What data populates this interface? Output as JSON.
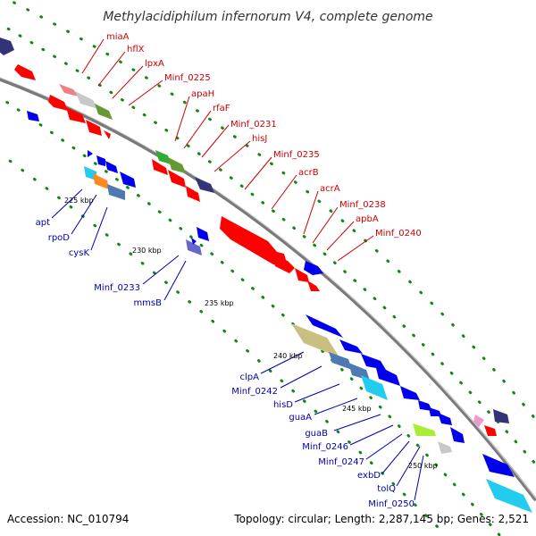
{
  "title": "Methylacidiphilum infernorum V4, complete genome",
  "footer": {
    "accession": "Accession: NC_010794",
    "topology": "Topology: circular; Length: 2,287,145 bp; Genes: 2,521"
  },
  "ticks": [
    "225 kbp",
    "230 kbp",
    "235 kbp",
    "240 kbp",
    "245 kbp",
    "250 kbp"
  ],
  "red_labels": [
    "miaA",
    "hflX",
    "lpxA",
    "Minf_0225",
    "apaH",
    "rfaF",
    "Minf_0231",
    "hisJ",
    "Minf_0235",
    "acrB",
    "acrA",
    "Minf_0238",
    "apbA",
    "Minf_0240"
  ],
  "blue_labels_left": [
    "apt",
    "rpoD",
    "cysK",
    "Minf_0233",
    "mmsB"
  ],
  "blue_labels_right": [
    "clpA",
    "Minf_0242",
    "hisD",
    "guaA",
    "guaB",
    "Minf_0246",
    "Minf_0247",
    "exbD",
    "tolQ",
    "Minf_0250"
  ],
  "colors": {
    "backbone": "#7a7a7a",
    "red_gene": "#ff0000",
    "blue_gene": "#0000ee",
    "navy_gene": "#333377",
    "cyan_gene": "#22ccee",
    "dot_green": "#118811",
    "red_label": "#cc0000",
    "blue_label": "#0000aa"
  }
}
